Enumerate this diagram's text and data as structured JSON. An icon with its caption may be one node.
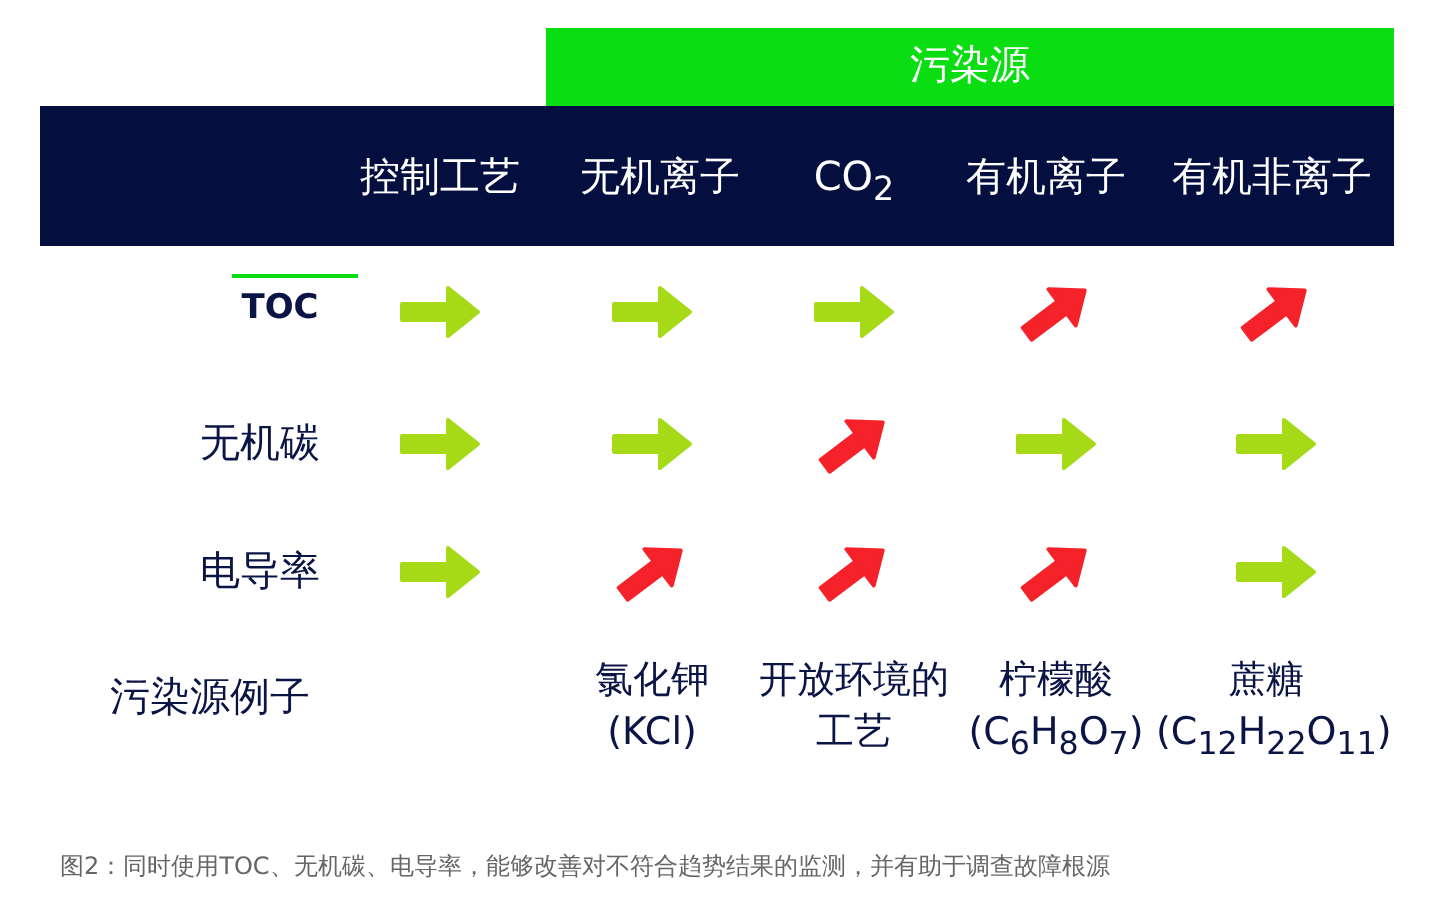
{
  "diagram": {
    "caption": "图2：同时使用TOC、无机碳、电导率，能够改善对不符合趋势结果的监测，并有助于调查故障根源",
    "labels": [
      "污染源",
      "控制工艺",
      "无机离子",
      "CO$_{2}$",
      "有机离子",
      "有机非离子",
      "TOC",
      "无机碳",
      "电导率",
      "污染源例子",
      "氯化钾 (KCl)",
      "开放环境的工艺",
      "柠檬酸 (C$_{6}$H$_{8}$O$_{7}$)",
      "蔗糖 (C$_{12}$H$_{22}$O$_{11}$)"
    ]
  }
}
